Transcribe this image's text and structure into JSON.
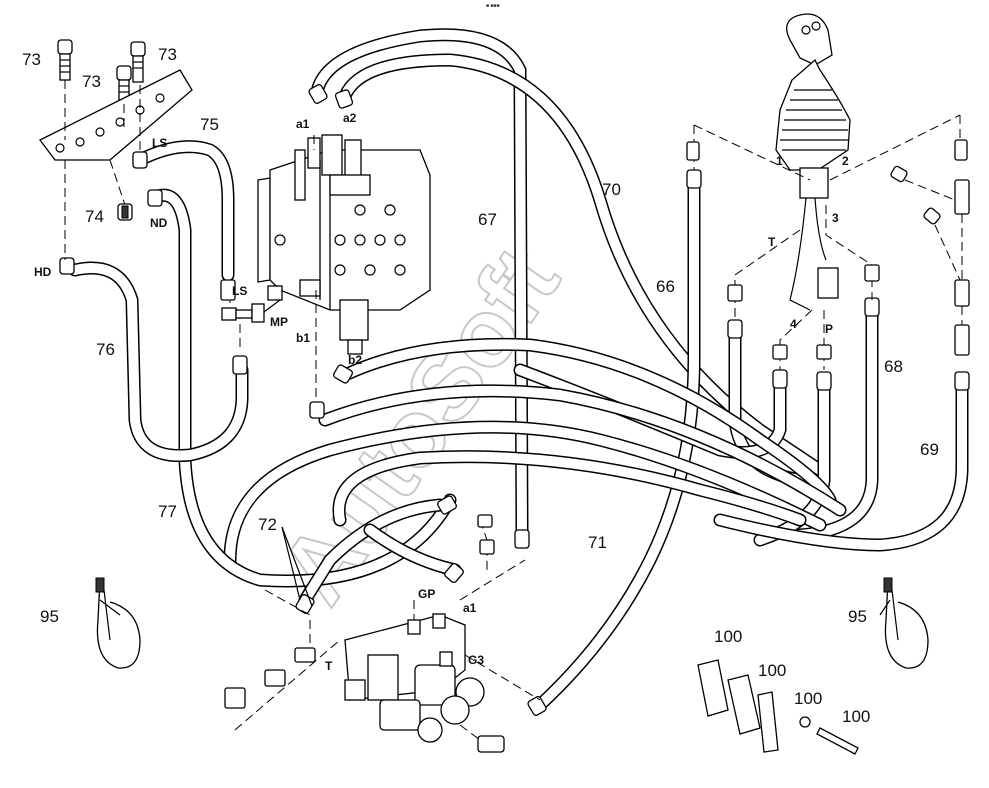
{
  "header": {
    "code": "■ ■■■"
  },
  "watermark": {
    "text": "AutoSoft"
  },
  "callouts": {
    "p73a": "73",
    "p73b": "73",
    "p73c": "73",
    "p74": "74",
    "p75": "75",
    "p76": "76",
    "p77": "77",
    "p67": "67",
    "p70": "70",
    "p66": "66",
    "p68": "68",
    "p69": "69",
    "p71": "71",
    "p72": "72",
    "p95a": "95",
    "p95b": "95",
    "p100a": "100",
    "p100b": "100",
    "p100c": "100",
    "p100d": "100"
  },
  "port_labels": {
    "a1_top": "a1",
    "a2": "a2",
    "b1": "b1",
    "b2": "b2",
    "LS_top": "LS",
    "LS_mid": "LS",
    "ND": "ND",
    "HD": "HD",
    "MP": "MP",
    "joy1": "1",
    "joy2": "2",
    "joy3": "3",
    "joy4": "4",
    "T_joy": "T",
    "P": "P",
    "GP": "GP",
    "a1_bot": "a1",
    "G3": "G3",
    "T_bot": "T"
  }
}
